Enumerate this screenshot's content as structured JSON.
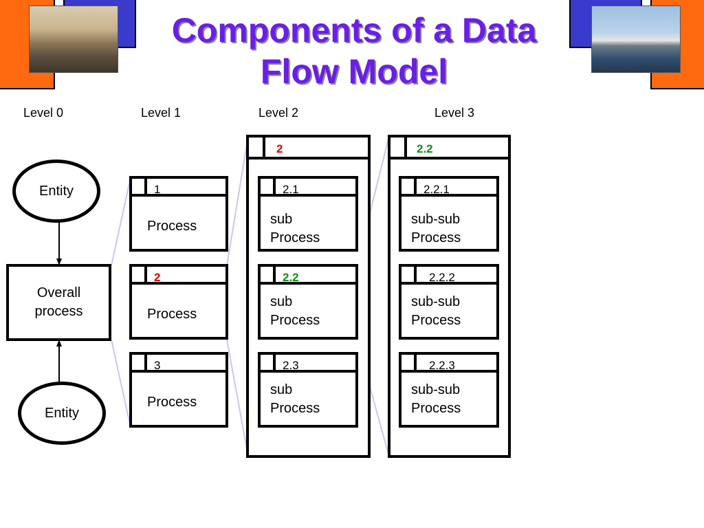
{
  "title": "Components of a Data Flow Model",
  "levels": [
    "Level 0",
    "Level 1",
    "Level 2",
    "Level 3"
  ],
  "colors": {
    "title": "#6a1ee8",
    "red": "#e00000",
    "green": "#109010",
    "connector": "#c8c8f0"
  },
  "level0": {
    "entity_top": "Entity",
    "overall": "Overall\nprocess",
    "entity_bottom": "Entity"
  },
  "level1": [
    {
      "num": "1",
      "label": "Process"
    },
    {
      "num": "2",
      "label": "Process"
    },
    {
      "num": "3",
      "label": "Process"
    }
  ],
  "level2": {
    "header": "2",
    "items": [
      {
        "num": "2.1",
        "label": "sub\nProcess"
      },
      {
        "num": "2.2",
        "label": "sub\nProcess"
      },
      {
        "num": "2.3",
        "label": "sub\nProcess"
      }
    ]
  },
  "level3": {
    "header": "2.2",
    "items": [
      {
        "num": "2.2.1",
        "label": "sub-sub\nProcess"
      },
      {
        "num": "2.2.2",
        "label": "sub-sub\nProcess"
      },
      {
        "num": "2.2.3",
        "label": "sub-sub\nProcess"
      }
    ]
  }
}
